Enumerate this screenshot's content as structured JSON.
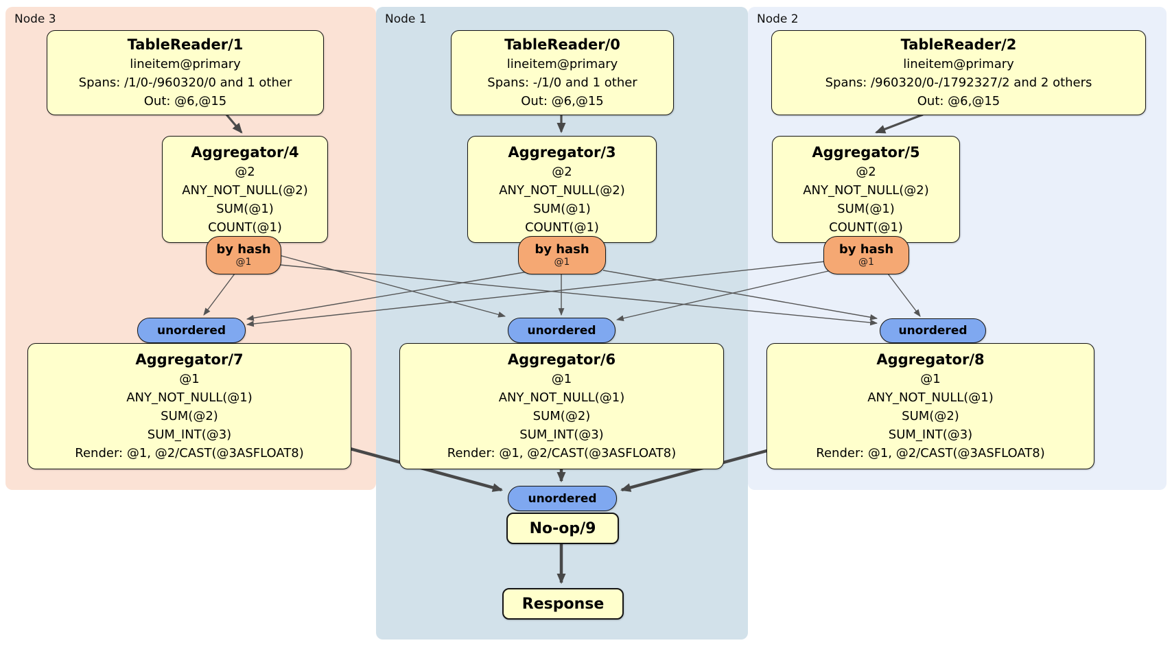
{
  "colors": {
    "node3_panel_bg": "#fbe2d5",
    "node1_panel_bg": "#d2e1ea",
    "node2_panel_bg": "#eaf0fa",
    "processor_box_bg": "#ffffcc",
    "router_pill_bg": "#f5a873",
    "sync_pill_bg": "#7fa8f0",
    "edge_color": "#4e4e4e"
  },
  "nodes": [
    {
      "label": "Node 3",
      "tablereader": {
        "title": "TableReader/1",
        "table": "lineitem@primary",
        "spans": "Spans: /1/0-/960320/0 and 1 other",
        "out": "Out: @6,@15"
      },
      "aggregator_top": {
        "title": "Aggregator/4",
        "group": "@2",
        "exprs": [
          "ANY_NOT_NULL(@2)",
          "SUM(@1)",
          "COUNT(@1)"
        ]
      },
      "router": {
        "label": "by hash",
        "columns": "@1"
      },
      "sync": {
        "label": "unordered"
      },
      "aggregator_bottom": {
        "title": "Aggregator/7",
        "group": "@1",
        "exprs": [
          "ANY_NOT_NULL(@1)",
          "SUM(@2)",
          "SUM_INT(@3)"
        ],
        "render": "Render: @1, @2/CAST(@3ASFLOAT8)"
      }
    },
    {
      "label": "Node 1",
      "tablereader": {
        "title": "TableReader/0",
        "table": "lineitem@primary",
        "spans": "Spans: -/1/0 and 1 other",
        "out": "Out: @6,@15"
      },
      "aggregator_top": {
        "title": "Aggregator/3",
        "group": "@2",
        "exprs": [
          "ANY_NOT_NULL(@2)",
          "SUM(@1)",
          "COUNT(@1)"
        ]
      },
      "router": {
        "label": "by hash",
        "columns": "@1"
      },
      "sync": {
        "label": "unordered"
      },
      "aggregator_bottom": {
        "title": "Aggregator/6",
        "group": "@1",
        "exprs": [
          "ANY_NOT_NULL(@1)",
          "SUM(@2)",
          "SUM_INT(@3)"
        ],
        "render": "Render: @1, @2/CAST(@3ASFLOAT8)"
      }
    },
    {
      "label": "Node 2",
      "tablereader": {
        "title": "TableReader/2",
        "table": "lineitem@primary",
        "spans": "Spans: /960320/0-/1792327/2 and 2 others",
        "out": "Out: @6,@15"
      },
      "aggregator_top": {
        "title": "Aggregator/5",
        "group": "@2",
        "exprs": [
          "ANY_NOT_NULL(@2)",
          "SUM(@1)",
          "COUNT(@1)"
        ]
      },
      "router": {
        "label": "by hash",
        "columns": "@1"
      },
      "sync": {
        "label": "unordered"
      },
      "aggregator_bottom": {
        "title": "Aggregator/8",
        "group": "@1",
        "exprs": [
          "ANY_NOT_NULL(@1)",
          "SUM(@2)",
          "SUM_INT(@3)"
        ],
        "render": "Render: @1, @2/CAST(@3ASFLOAT8)"
      }
    }
  ],
  "tail": {
    "sync_label": "unordered",
    "noop_title": "No-op/9",
    "response_title": "Response"
  }
}
